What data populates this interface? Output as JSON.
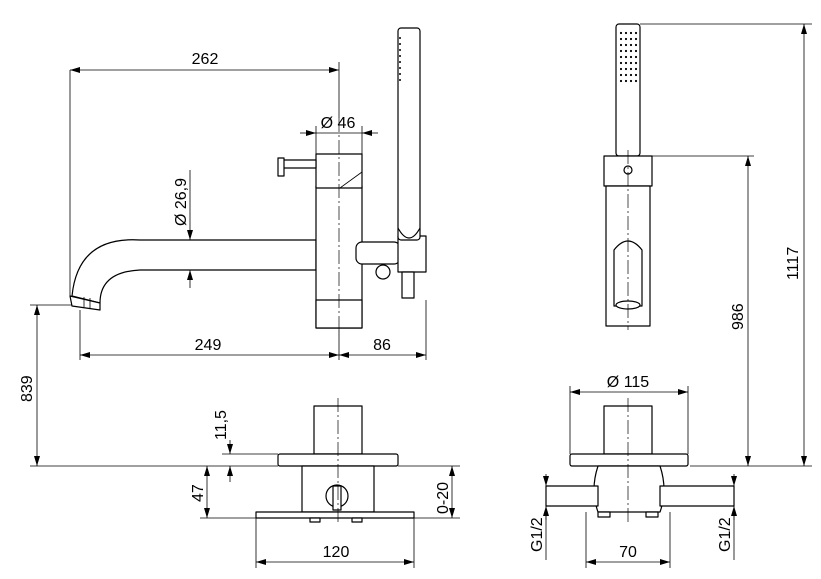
{
  "side_view": {
    "dim_overall_length": "262",
    "dim_body_diameter": "Ø 46",
    "dim_spout_diameter": "Ø 26,9",
    "dim_spout_reach": "249",
    "dim_holder_offset": "86",
    "dim_spout_height": "839"
  },
  "front_view": {
    "dim_total_height": "1117",
    "dim_body_height": "986"
  },
  "base_side": {
    "dim_flange_thickness": "11,5",
    "dim_box_depth": "47",
    "dim_adjustment": "0-20",
    "dim_plate_width": "120"
  },
  "base_front": {
    "dim_flange_diameter": "Ø 115",
    "dim_box_width": "70",
    "thread_left": "G1/2",
    "thread_right": "G1/2"
  }
}
